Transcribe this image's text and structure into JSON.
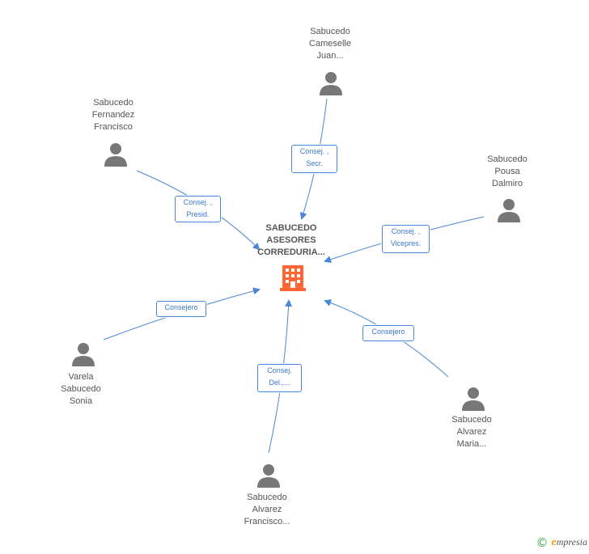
{
  "company": {
    "name_lines": [
      "SABUCEDO",
      "ASESORES",
      "CORREDURIA..."
    ],
    "icon": "building-icon",
    "color": "#ff6633"
  },
  "people": [
    {
      "id": "cameselle",
      "name_lines": [
        "Sabucedo",
        "Cameselle",
        "Juan..."
      ],
      "role_lines": [
        "Consej. ,",
        "Secr."
      ]
    },
    {
      "id": "fernandez",
      "name_lines": [
        "Sabucedo",
        "Fernandez",
        "Francisco"
      ],
      "role_lines": [
        "Consej. ,",
        "Presid."
      ]
    },
    {
      "id": "pousa",
      "name_lines": [
        "Sabucedo",
        "Pousa",
        "Dalmiro"
      ],
      "role_lines": [
        "Consej. ,",
        "Vicepres."
      ]
    },
    {
      "id": "varela",
      "name_lines": [
        "Varela",
        "Sabucedo",
        "Sonia"
      ],
      "role_lines": [
        "Consejero"
      ]
    },
    {
      "id": "alvarez-francisco",
      "name_lines": [
        "Sabucedo",
        "Alvarez",
        "Francisco..."
      ],
      "role_lines": [
        "Consej.",
        "Del.,..."
      ]
    },
    {
      "id": "alvarez-maria",
      "name_lines": [
        "Sabucedo",
        "Alvarez",
        "Maria..."
      ],
      "role_lines": [
        "Consejero"
      ]
    }
  ],
  "icons": {
    "person": "person-icon",
    "copyright": "copyright-icon"
  },
  "colors": {
    "edge": "#4a86d6",
    "person": "#777777",
    "label": "#555555"
  },
  "footer": {
    "copyright": "©",
    "brand_initial": "e",
    "brand_rest": "mpresia"
  }
}
